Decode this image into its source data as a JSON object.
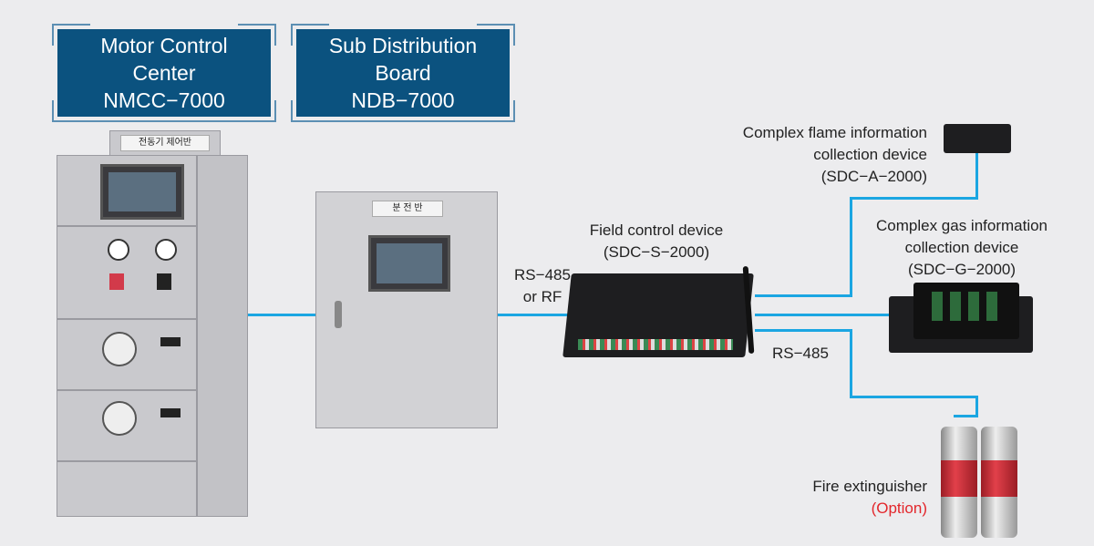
{
  "title_boxes": [
    {
      "line1": "Motor Control",
      "line2": "Center",
      "line3": "NMCC−7000"
    },
    {
      "line1": "Sub Distribution",
      "line2": "Board",
      "line3": "NDB−7000"
    }
  ],
  "mcc_plate": "전동기 제어반",
  "board_plate": "분 전 반",
  "labels": {
    "rs485_rf_1": "RS−485",
    "rs485_rf_2": "or RF",
    "field_1": "Field control device",
    "field_2": "(SDC−S−2000)",
    "flame_1": "Complex flame information",
    "flame_2": "collection device",
    "flame_3": "(SDC−A−2000)",
    "gas_1": "Complex gas information",
    "gas_2": "collection device",
    "gas_3": "(SDC−G−2000)",
    "rs485": "RS−485",
    "fire_1": "Fire extinguisher",
    "fire_2": "(Option)"
  },
  "colors": {
    "title_bg": "#0b527f",
    "line": "#1ba6e2",
    "option": "#e3262b"
  }
}
